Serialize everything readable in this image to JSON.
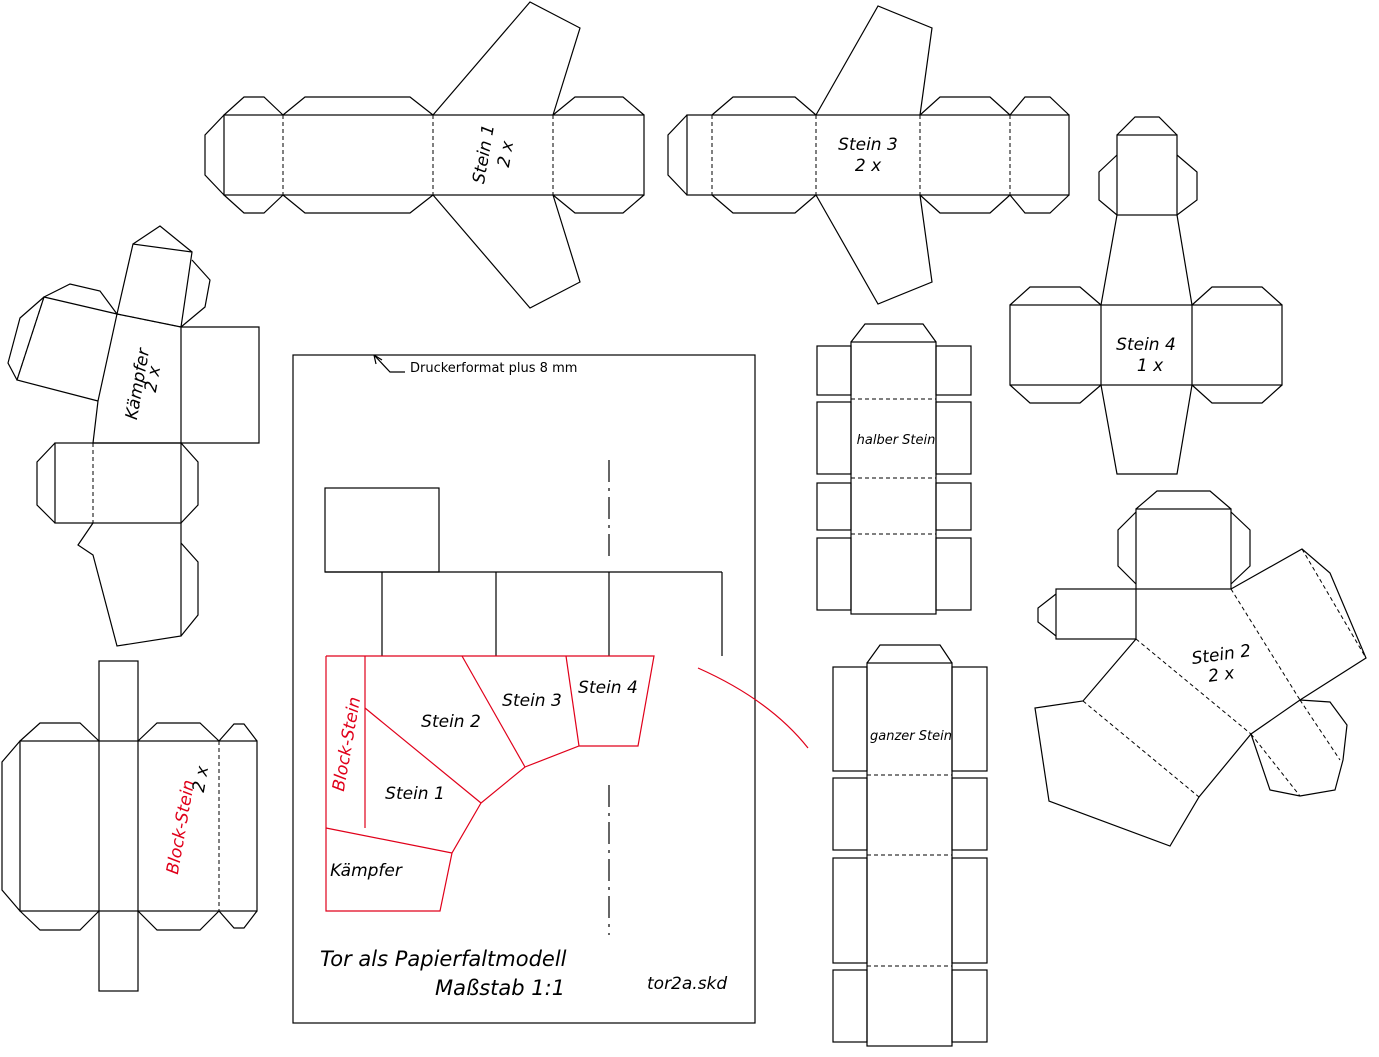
{
  "labels": {
    "stein1": "Stein 1",
    "stein1_count": "2 x",
    "stein3": "Stein 3",
    "stein3_count": "2 x",
    "stein4": "Stein 4",
    "stein4_count": "1 x",
    "stein2": "Stein 2",
    "stein2_count": "2 x",
    "kaempfer": "Kämpfer",
    "kaempfer_count": "2 x",
    "block_stein": "Block-Stein",
    "block_stein_count": "2 x",
    "halber_stein": "halber Stein",
    "ganzer_stein": "ganzer Stein"
  },
  "frame": {
    "printer_note": "Druckerformat plus 8 mm",
    "title": "Tor als Papierfaltmodell",
    "scale": "Maßstab 1:1",
    "filename": "tor2a.skd"
  },
  "arch": {
    "block_stein": "Block-Stein",
    "stein1": "Stein 1",
    "stein2": "Stein 2",
    "stein3": "Stein 3",
    "stein4": "Stein 4",
    "kaempfer": "Kämpfer"
  },
  "colors": {
    "line": "#000000",
    "highlight": "#e0001a",
    "background": "#ffffff"
  }
}
